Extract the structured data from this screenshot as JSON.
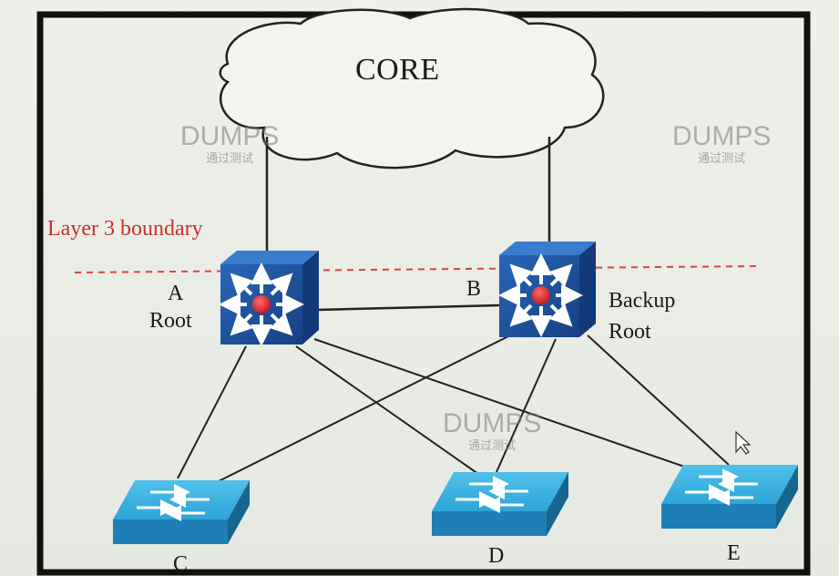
{
  "core": {
    "label": "CORE"
  },
  "boundary": {
    "label": "Layer 3 boundary",
    "color": "#d6453b"
  },
  "switches": {
    "a": {
      "letter": "A",
      "role": "Root"
    },
    "b": {
      "letter": "B",
      "role_line1": "Backup",
      "role_line2": "Root"
    },
    "c": {
      "letter": "C"
    },
    "d": {
      "letter": "D"
    },
    "e": {
      "letter": "E"
    }
  },
  "watermarks": [
    {
      "big": "DUMPS",
      "small": "通过测试"
    },
    {
      "big": "DUMPS",
      "small": "通过测试"
    },
    {
      "big": "DUMPS",
      "small": "通过测试"
    }
  ],
  "colors": {
    "frame": "#111111",
    "multilayer_switch": "#1d4f9a",
    "access_switch": "#2f9fd3",
    "router_dot": "#d9202a"
  },
  "icons": {
    "core": "cloud-icon",
    "multilayer": "multilayer-switch-icon",
    "access": "workgroup-switch-icon"
  }
}
